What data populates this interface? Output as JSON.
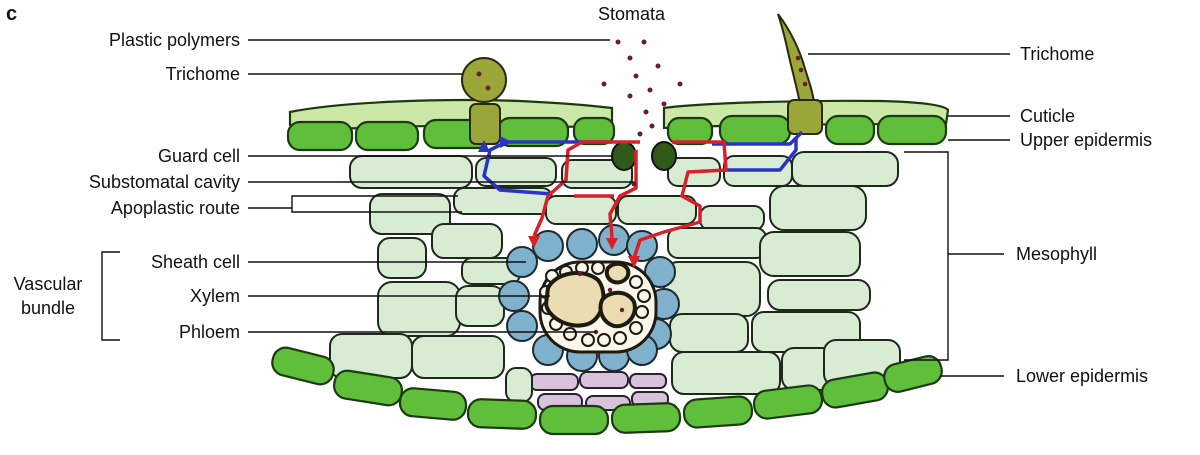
{
  "figure": {
    "panel_letter": "c",
    "labels": {
      "stomata": "Stomata",
      "plastic_polymers": "Plastic polymers",
      "trichome_left": "Trichome",
      "trichome_right": "Trichome",
      "guard_cell": "Guard cell",
      "substomatal_cavity": "Substomatal cavity",
      "apoplastic_route": "Apoplastic route",
      "sheath_cell": "Sheath cell",
      "xylem": "Xylem",
      "phloem": "Phloem",
      "vascular_bundle_line1": "Vascular",
      "vascular_bundle_line2": "bundle",
      "cuticle": "Cuticle",
      "upper_epidermis": "Upper epidermis",
      "mesophyll": "Mesophyll",
      "lower_epidermis": "Lower epidermis"
    },
    "colors": {
      "epidermis": "#5fbf3a",
      "cuticle": "#cbe8a6",
      "mesophyll": "#d8ecd4",
      "sheath": "#7fb0cc",
      "xylem": "#ecdcb2",
      "apoplastic_route": "#2a33c8",
      "symplastic_route": "#d8202a",
      "particles": "#6a1d2a"
    }
  }
}
